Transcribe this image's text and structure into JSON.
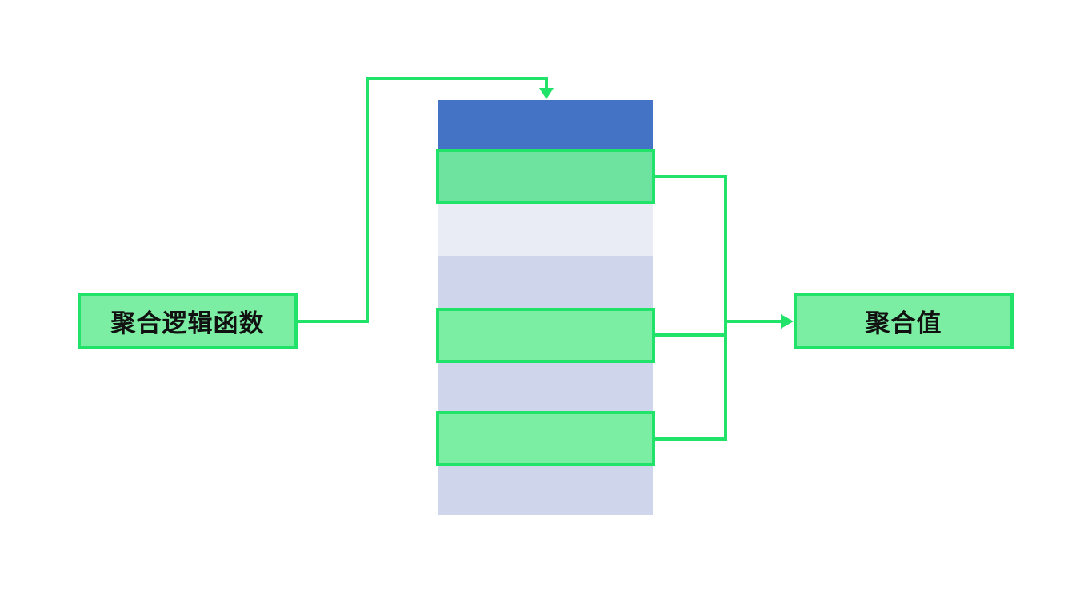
{
  "diagram": {
    "input_box": {
      "label": "聚合逻辑函数"
    },
    "output_box": {
      "label": "聚合值"
    },
    "table": {
      "rows": [
        {
          "role": "header",
          "highlighted": false
        },
        {
          "role": "data",
          "highlighted": true
        },
        {
          "role": "data",
          "highlighted": false
        },
        {
          "role": "data",
          "highlighted": false
        },
        {
          "role": "data",
          "highlighted": true
        },
        {
          "role": "data",
          "highlighted": false
        },
        {
          "role": "data",
          "highlighted": true
        },
        {
          "role": "data",
          "highlighted": false
        }
      ]
    },
    "colors": {
      "accent_green": "#22e36a",
      "green_fill": "#7ceea3",
      "header_blue": "#4472c4",
      "row_light": "#e9ebf5",
      "row_mid": "#cfd5ea",
      "background": "#ffffff"
    }
  }
}
